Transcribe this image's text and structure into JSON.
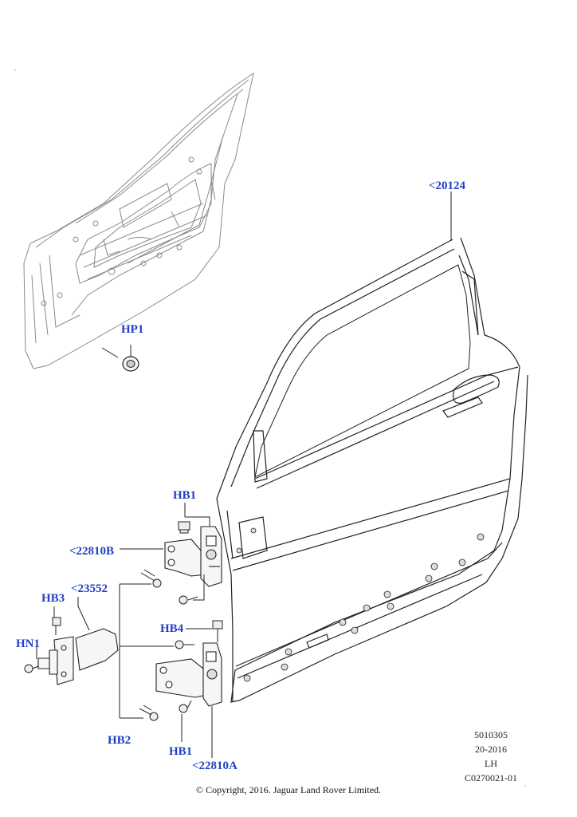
{
  "callouts": {
    "hp1": "HP1",
    "c20124": "<20124",
    "hb1_top": "HB1",
    "c22810b": "<22810B",
    "c23552": "<23552",
    "hb3": "HB3",
    "hn1": "HN1",
    "hb4": "HB4",
    "hb2": "HB2",
    "hb1_bottom": "HB1",
    "c22810a": "<22810A"
  },
  "info": {
    "line1": "5010305",
    "line2": "20-2016",
    "line3": "LH",
    "line4": "C0270021-01"
  },
  "copyright": "© Copyright, 2016. Jaguar Land Rover Limited.",
  "colors": {
    "callout": "#1f3fc4",
    "linework": "#222222",
    "ghost_linework": "#8a8a8a"
  }
}
